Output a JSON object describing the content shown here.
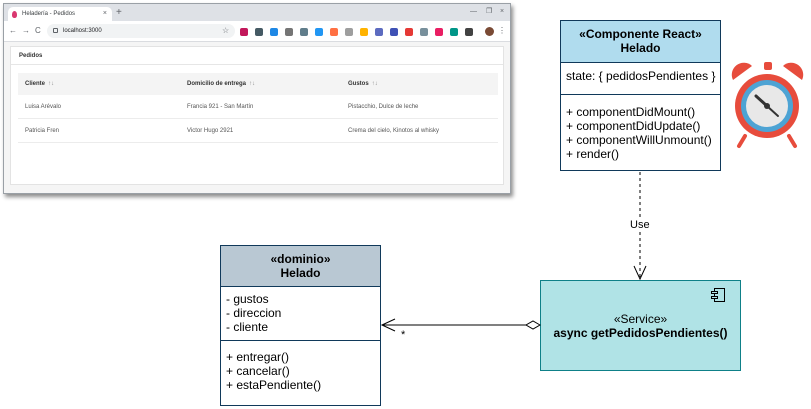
{
  "browser": {
    "tab_title": "Heladería - Pedidos",
    "tab_close": "×",
    "new_tab": "+",
    "url": "localhost:3000",
    "nav": {
      "back": "←",
      "forward": "→",
      "reload": "C"
    },
    "window_controls": {
      "minimize": "—",
      "restore": "❐",
      "close": "×"
    },
    "star": "☆",
    "menu": "⋮",
    "extension_colors": [
      "#c2185b",
      "#455a64",
      "#1e88e5",
      "#757575",
      "#607d8b",
      "#2196f3",
      "#ff7043",
      "#9e9e9e",
      "#ffb300",
      "#5c6bc0",
      "#3f51b5",
      "#e53935",
      "#78909c",
      "#e91e63",
      "#009688",
      "#424242"
    ],
    "page": {
      "card_title": "Pedidos",
      "columns": [
        "Cliente",
        "Domicilio de entrega",
        "Gustos"
      ],
      "sort_icon": "↑↓",
      "rows": [
        [
          "Luisa Arévalo",
          "Francia 921 - San Martín",
          "Pistacchio, Dulce de leche"
        ],
        [
          "Patricia Fren",
          "Victor Hugo 2921",
          "Crema del cielo, Kinotos al whisky"
        ]
      ]
    }
  },
  "react_component": {
    "stereotype": "«Componente React»",
    "name": "Helado",
    "attributes": [
      "state: { pedidosPendientes }"
    ],
    "operations": [
      "+ componentDidMount()",
      "+ componentDidUpdate()",
      "+ componentWillUnmount()",
      "+ render()"
    ]
  },
  "dominio": {
    "stereotype": "«dominio»",
    "name": "Helado",
    "attributes": [
      "- gustos",
      "- direccion",
      "- cliente"
    ],
    "operations": [
      "+ entregar()",
      "+ cancelar()",
      "+ estaPendiente()"
    ]
  },
  "service": {
    "stereotype": "«Service»",
    "name": "async getPedidosPendientes()"
  },
  "relations": {
    "use_label": "Use",
    "multiplicity": "*"
  },
  "colors": {
    "react_header": "#b0dcee",
    "dominio_header": "#b9c8d3",
    "service_fill": "#b0e3e6",
    "border_dark_blue": "#10395a",
    "clock_red": "#e74c3c",
    "clock_face_blue": "#4da3d4"
  },
  "icons": [
    "alarm-clock-icon",
    "component-icon",
    "sort-icon"
  ]
}
